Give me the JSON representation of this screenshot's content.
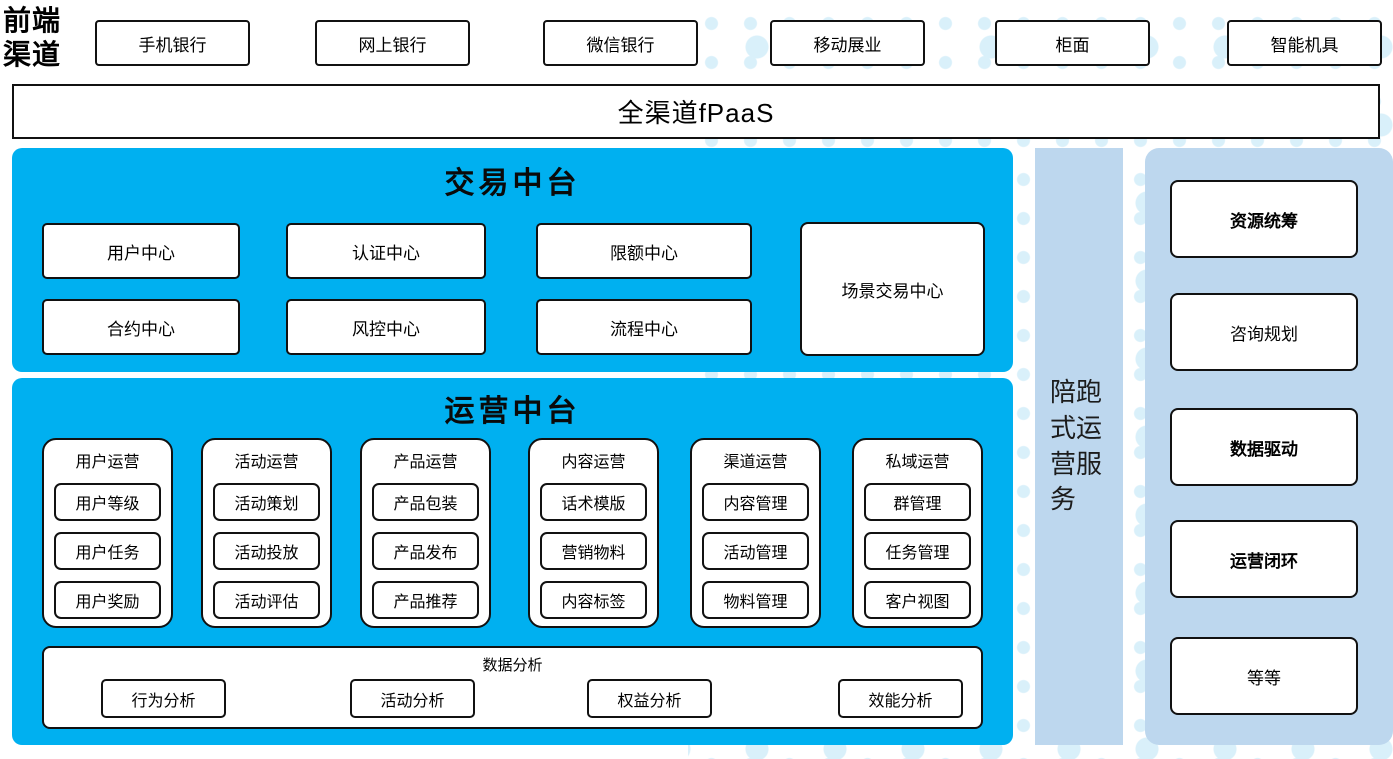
{
  "front_channels": {
    "label": "前端渠道",
    "items": [
      "手机银行",
      "网上银行",
      "微信银行",
      "移动展业",
      "柜面",
      "智能机具"
    ]
  },
  "channel_paas": {
    "label": "全渠道fPaaS"
  },
  "trade_platform": {
    "title": "交易中台",
    "row1": [
      "用户中心",
      "认证中心",
      "限额中心"
    ],
    "row2": [
      "合约中心",
      "风控中心",
      "流程中心"
    ],
    "tall_box": "场景交易中心"
  },
  "operation_platform": {
    "title": "运营中台",
    "groups": [
      {
        "title": "用户运营",
        "items": [
          "用户等级",
          "用户任务",
          "用户奖励"
        ]
      },
      {
        "title": "活动运营",
        "items": [
          "活动策划",
          "活动投放",
          "活动评估"
        ]
      },
      {
        "title": "产品运营",
        "items": [
          "产品包装",
          "产品发布",
          "产品推荐"
        ]
      },
      {
        "title": "内容运营",
        "items": [
          "话术模版",
          "营销物料",
          "内容标签"
        ]
      },
      {
        "title": "渠道运营",
        "items": [
          "内容管理",
          "活动管理",
          "物料管理"
        ]
      },
      {
        "title": "私域运营",
        "items": [
          "群管理",
          "任务管理",
          "客户视图"
        ]
      }
    ],
    "analysis": {
      "title": "数据分析",
      "items": [
        "行为分析",
        "活动分析",
        "权益分析",
        "效能分析"
      ]
    }
  },
  "companion_service": {
    "label": "陪跑式运营服务"
  },
  "right_panel": {
    "items": [
      {
        "label": "资源统筹",
        "bold": true
      },
      {
        "label": "咨询规划",
        "bold": false
      },
      {
        "label": "数据驱动",
        "bold": true
      },
      {
        "label": "运营闭环",
        "bold": true
      },
      {
        "label": "等等",
        "bold": false
      }
    ]
  },
  "colors": {
    "primary_blue": "#00b0f0",
    "panel_light_blue": "#bdd7ee",
    "dot_pattern_blue": "#d9f0fa",
    "box_border": "#111111",
    "background": "#ffffff"
  }
}
